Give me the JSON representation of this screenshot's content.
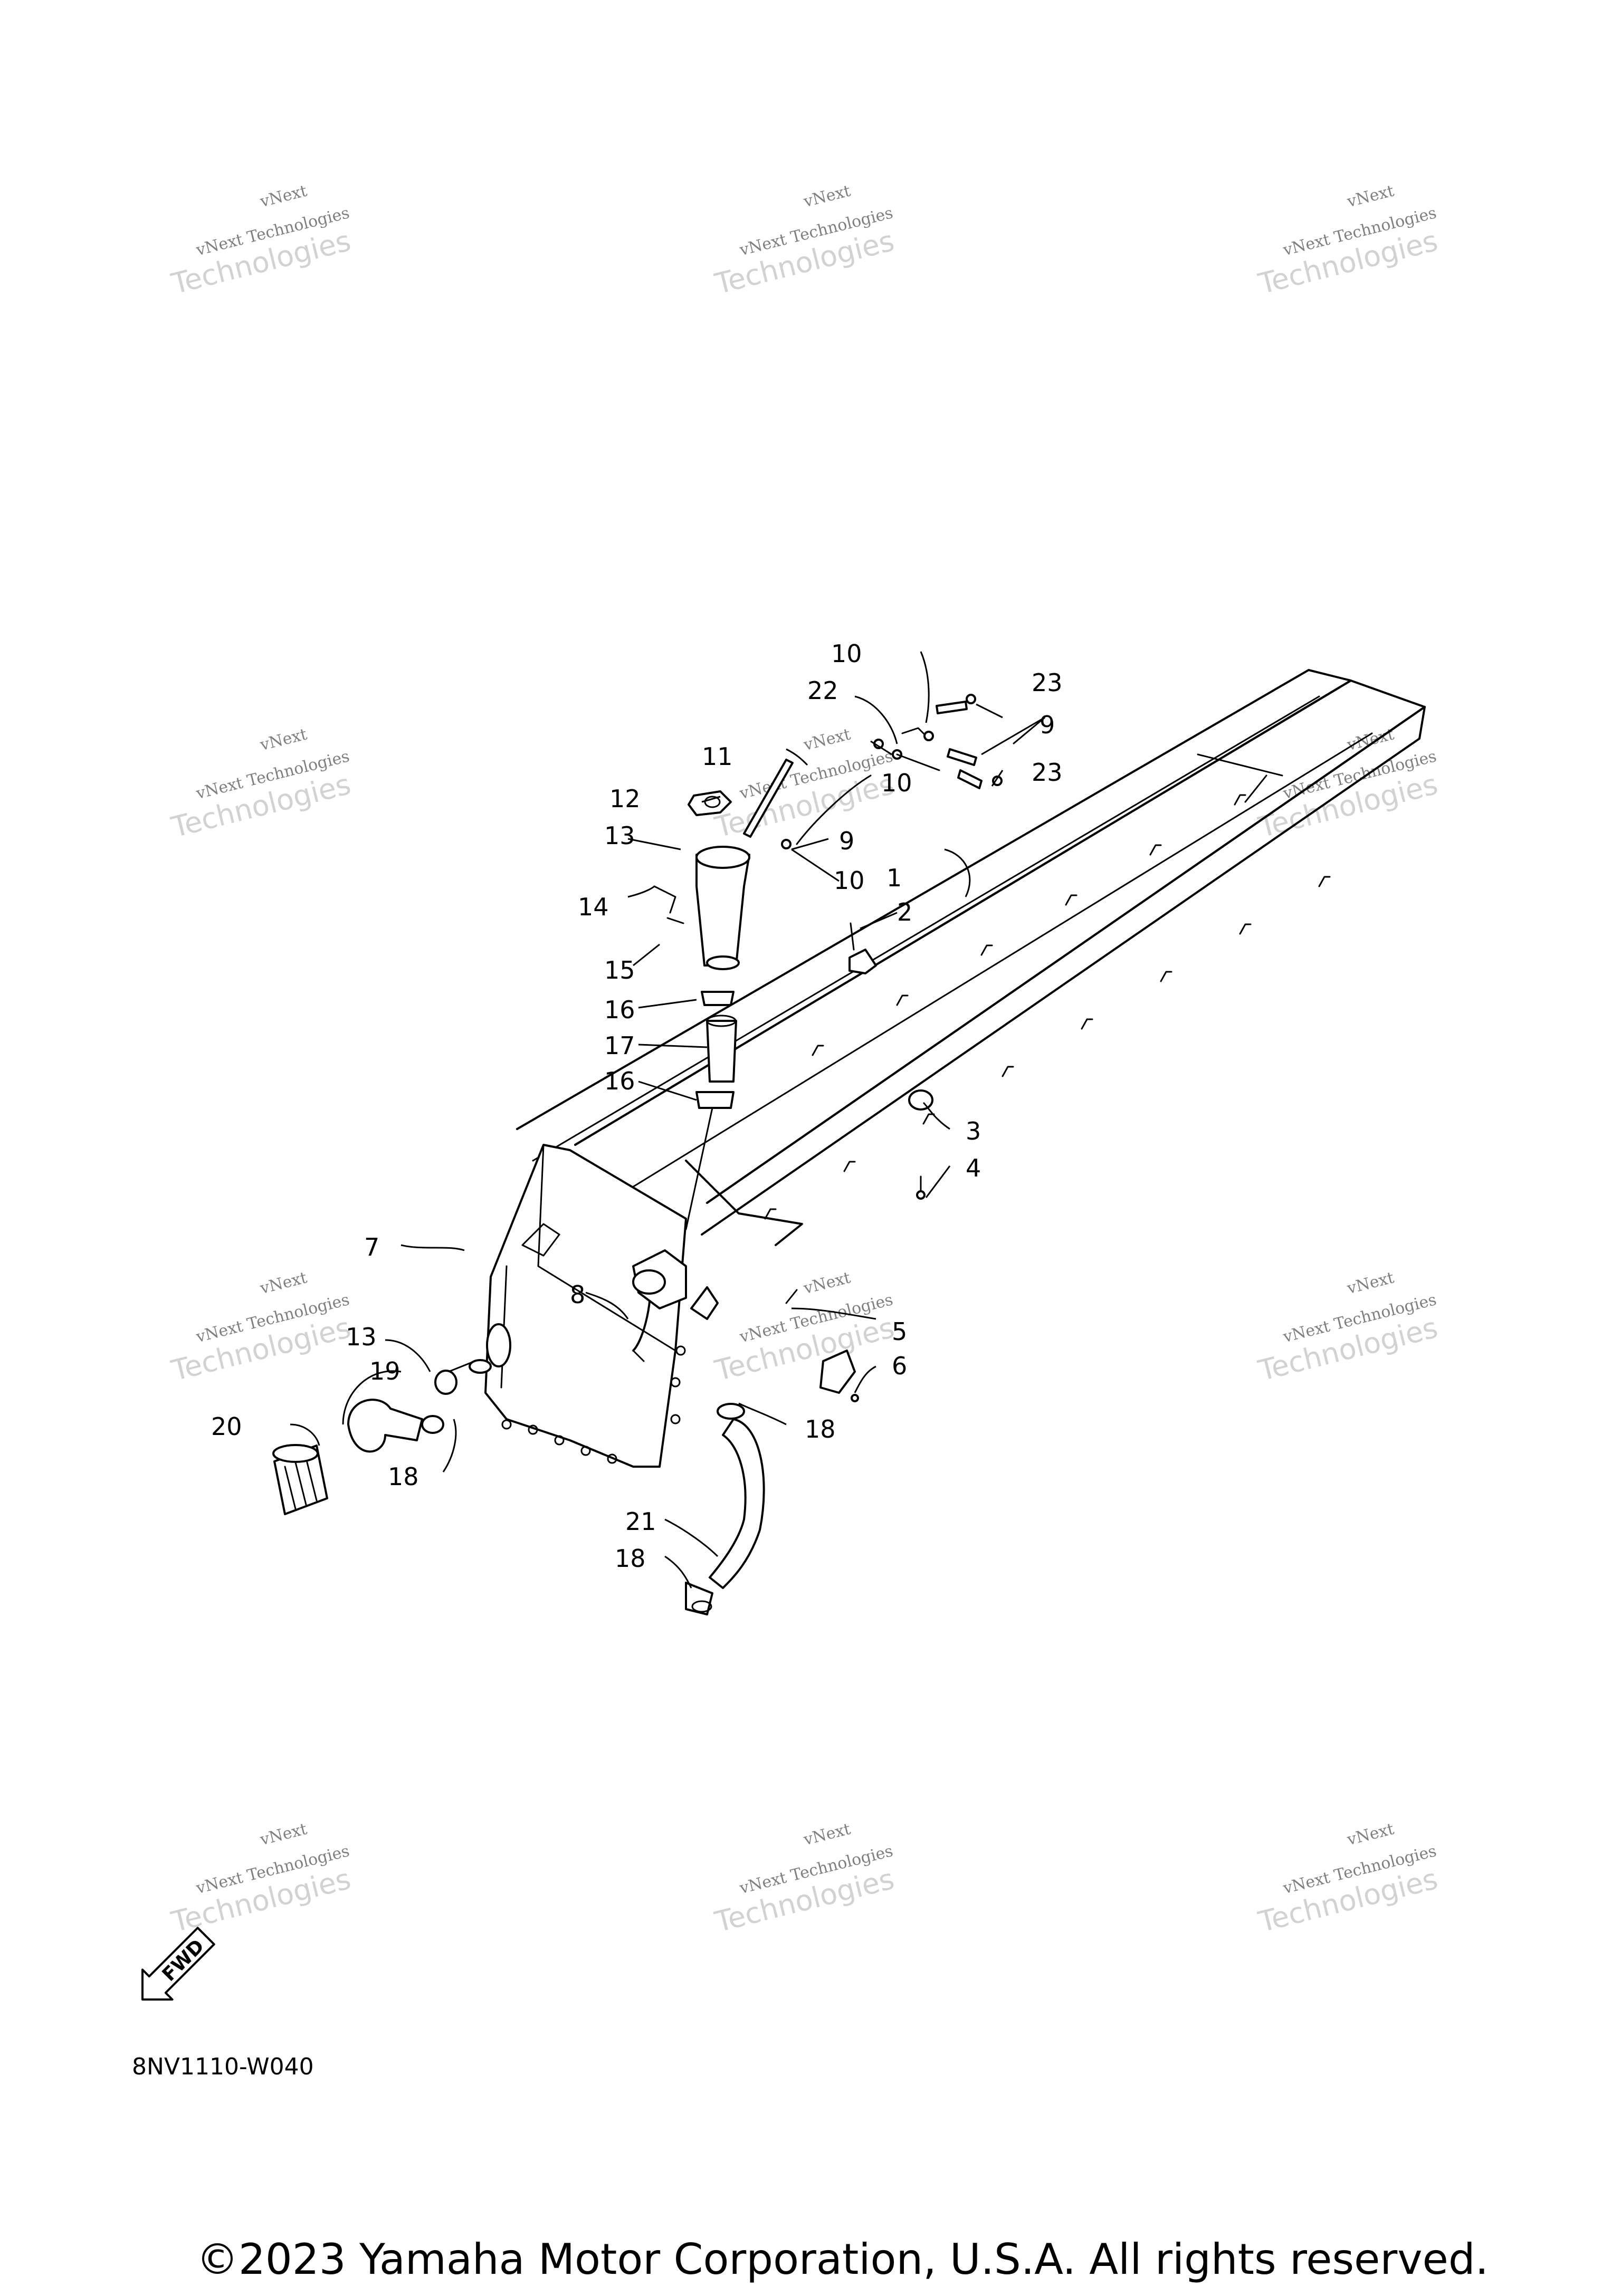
{
  "diagram": {
    "code": "8NV1110-W040",
    "fwd_label": "FWD",
    "copyright": "©2023 Yamaha Motor Corporation, U.S.A. All rights reserved.",
    "watermark": {
      "line1": "vNext",
      "line2": "vNext Technologies",
      "line3": "Technologies"
    },
    "callouts": [
      "1",
      "2",
      "3",
      "4",
      "5",
      "6",
      "7",
      "8",
      "9",
      "9",
      "10",
      "10",
      "10",
      "11",
      "12",
      "13",
      "13",
      "14",
      "15",
      "16",
      "16",
      "17",
      "18",
      "18",
      "18",
      "19",
      "20",
      "21",
      "22",
      "23",
      "23"
    ]
  }
}
